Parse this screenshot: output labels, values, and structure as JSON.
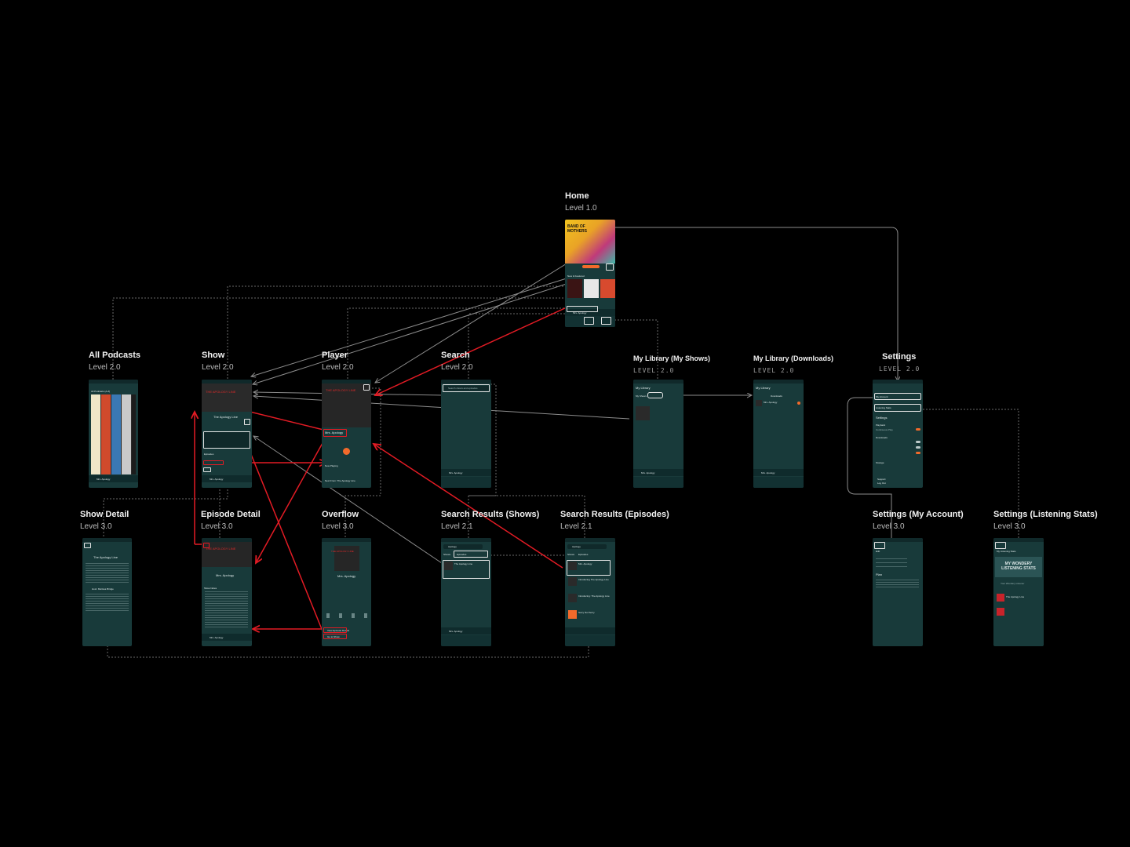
{
  "nodes": [
    {
      "id": "home",
      "title": "Home",
      "level": "Level 1.0"
    },
    {
      "id": "all-podcasts",
      "title": "All Podcasts",
      "level": "Level 2.0"
    },
    {
      "id": "show",
      "title": "Show",
      "level": "Level 2.0"
    },
    {
      "id": "player",
      "title": "Player",
      "level": "Level 2.0"
    },
    {
      "id": "search",
      "title": "Search",
      "level": "Level 2.0"
    },
    {
      "id": "my-library-shows",
      "title": "My Library (My Shows)",
      "level": "LEVEL 2.0"
    },
    {
      "id": "my-library-downloads",
      "title": "My Library (Downloads)",
      "level": "LEVEL 2.0"
    },
    {
      "id": "settings",
      "title": "Settings",
      "level": "LEVEL 2.0"
    },
    {
      "id": "show-detail",
      "title": "Show Detail",
      "level": "Level 3.0"
    },
    {
      "id": "episode-detail",
      "title": "Episode Detail",
      "level": "Level 3.0"
    },
    {
      "id": "overflow",
      "title": "Overflow",
      "level": "Level 3.0"
    },
    {
      "id": "search-results-shows",
      "title": "Search Results (Shows)",
      "level": "Level 2.1"
    },
    {
      "id": "search-results-episodes",
      "title": "Search Results (Episodes)",
      "level": "Level 2.1"
    },
    {
      "id": "settings-my-account",
      "title": "Settings (My Account)",
      "level": "Level 3.0"
    },
    {
      "id": "settings-listening-stats",
      "title": "Settings (Listening Stats)",
      "level": "Level 3.0"
    }
  ],
  "screens": {
    "home": {
      "banner": "BAND OF MOTHERS",
      "section": "New & Featured",
      "mini": "Mrs. Apology"
    },
    "all_podcasts": {
      "header": "All Podcasts (A-Z)",
      "mini": "Mrs. Apology"
    },
    "show": {
      "title": "THE APOLOGY LINE",
      "subtitle": "The Apology Line",
      "tab": "Episodes",
      "mini": "Mrs. Apology"
    },
    "player": {
      "title": "THE APOLOGY LINE",
      "episode": "Mrs. Apology",
      "now_playing": "Now Playing",
      "next": "Next From: The Apology Line"
    },
    "search": {
      "placeholder": "Search shows and episodes",
      "mini": "Mrs. Apology"
    },
    "library_shows": {
      "header": "My Library",
      "tab": "My Shows",
      "mini": "Mrs. Apology"
    },
    "library_downloads": {
      "header": "My Library",
      "tab": "Downloads",
      "episode": "Mrs. Apology",
      "mini": "Mrs. Apology"
    },
    "settings": {
      "items": [
        "My Account",
        "Listening Stats",
        "Settings",
        "Playback",
        "Continuous Play",
        "Downloads",
        "Storage",
        "Support",
        "Log Out"
      ]
    },
    "show_detail": {
      "title": "The Apology Line",
      "body": "Host: Marissa Bridge"
    },
    "episode_detail": {
      "title": "THE APOLOGY LINE",
      "episode": "Mrs. Apology",
      "notes": "Show Notes",
      "mini": "Mrs. Apology"
    },
    "overflow": {
      "title": "THE APOLOGY LINE",
      "episode": "Mrs. Apology",
      "items": [
        "View Episode Details",
        "Go to Show"
      ]
    },
    "search_shows": {
      "query": "Apology",
      "tabs": [
        "Shows",
        "Episodes"
      ],
      "result": "The Apology Line",
      "mini": "Mrs. Apology"
    },
    "search_episodes": {
      "query": "Apology",
      "tabs": [
        "Shows",
        "Episodes"
      ],
      "results": [
        "Mrs. Apology",
        "Introducing The Apology Line",
        "Introducing: The Apology Line",
        "Sorry Not Sorry"
      ]
    },
    "my_account": {
      "header": "Edit",
      "section": "Plan"
    },
    "listening_stats": {
      "header": "My Listening Stats",
      "banner": "MY WONDERY LISTENING STATS",
      "stat": "Your Wondery Listener",
      "mini": "The Apology Line"
    }
  },
  "colors": {
    "highlight": "#e21b24",
    "connector": "#8c8c8c",
    "screen_bg": "#183a3a",
    "accent": "#f26a2b"
  }
}
